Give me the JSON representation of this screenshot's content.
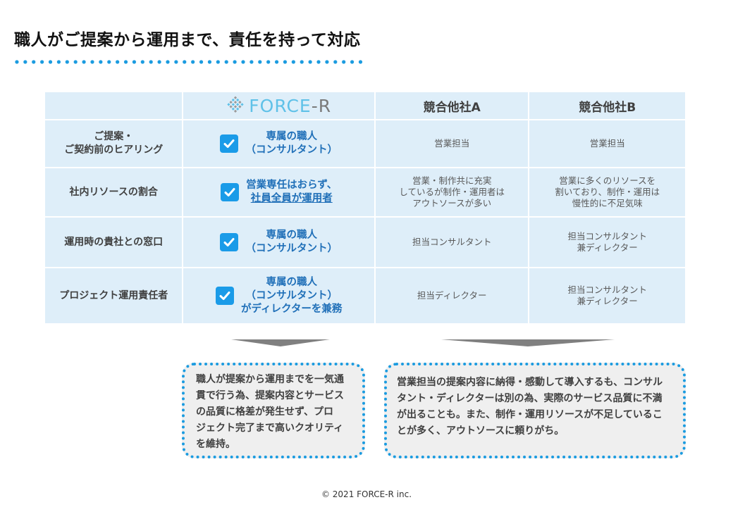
{
  "title": "職人がご提案から運用まで、責任を持って対応",
  "table": {
    "header": {
      "empty": "",
      "brand_logo": {
        "icon": "diamond-grid-logo-icon",
        "text_main": "FORCE",
        "text_dash": "-",
        "text_r": "R"
      },
      "competitor_a": "競合他社A",
      "competitor_b": "競合他社B"
    },
    "rows": [
      {
        "label_lines": [
          "ご提案・",
          "ご契約前のヒアリング"
        ],
        "force_lines": [
          "専属の職人",
          "（コンサルタント）"
        ],
        "force_icon": "checkbox-checked-icon",
        "a_lines": [
          "営業担当"
        ],
        "b_lines": [
          "営業担当"
        ]
      },
      {
        "label_lines": [
          "社内リソースの割合"
        ],
        "force_lines": [
          "営業専任はおらず、",
          "社員全員が運用者"
        ],
        "force_icon": "checkbox-checked-icon",
        "a_lines": [
          "営業・制作共に充実",
          "しているが制作・運用者は",
          "アウトソースが多い"
        ],
        "b_lines": [
          "営業に多くのリソースを",
          "割いており、制作・運用は",
          "慢性的に不足気味"
        ]
      },
      {
        "label_lines": [
          "運用時の貴社との窓口"
        ],
        "force_lines": [
          "専属の職人",
          "（コンサルタント）"
        ],
        "force_icon": "checkbox-checked-icon",
        "a_lines": [
          "担当コンサルタント"
        ],
        "b_lines": [
          "担当コンサルタント",
          "兼ディレクター"
        ]
      },
      {
        "label_lines": [
          "プロジェクト運用責任者"
        ],
        "force_lines": [
          "専属の職人",
          "（コンサルタント）",
          "がディレクターを兼務"
        ],
        "force_icon": "checkbox-checked-icon",
        "a_lines": [
          "担当ディレクター"
        ],
        "b_lines": [
          "担当コンサルタント",
          "兼ディレクター"
        ]
      }
    ]
  },
  "callouts": {
    "left_lines": [
      "職人が提案から運用までを一気通",
      "貫で行う為、提案内容とサービス",
      "の品質に格差が発生せず、プロ",
      "ジェクト完了まで高いクオリティ",
      "を維持。"
    ],
    "right_lines": [
      "営業担当の提案内容に納得・感動して導入するも、コンサル",
      "タント・ディレクターは別の為、実際のサービス品質に不満",
      "が出ることも。また、制作・運用リソースが不足しているこ",
      "とが多く、アウトソースに頼りがち。"
    ]
  },
  "footer": "© 2021  FORCE-R inc.",
  "colors": {
    "accent": "#1a9be0",
    "cell_bg": "#deeef9",
    "brand_text": "#1f6fb8",
    "arrow": "#808080",
    "callout_bg": "#efefef"
  }
}
